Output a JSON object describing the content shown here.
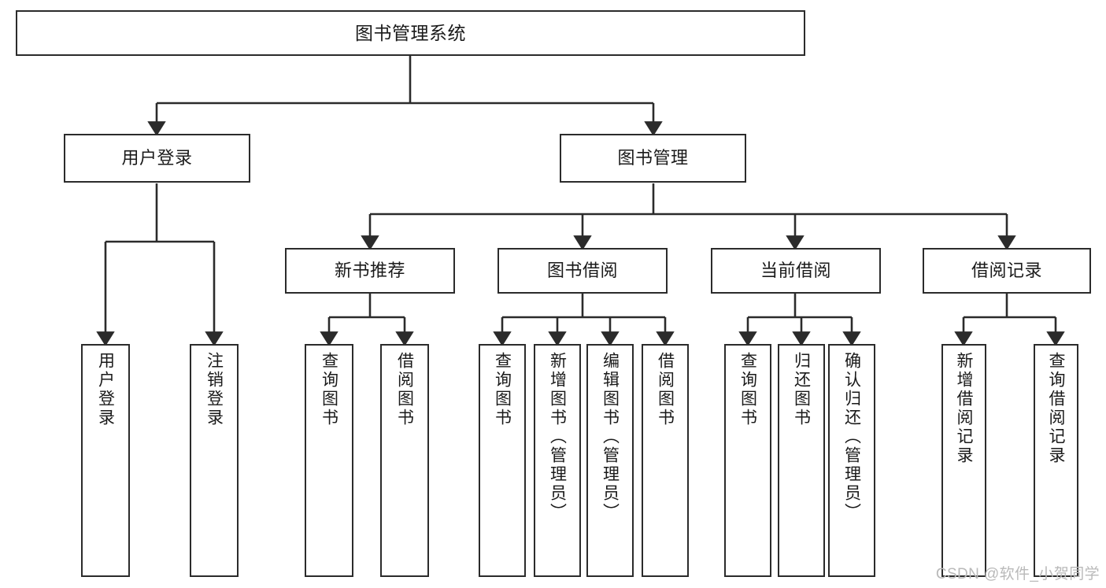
{
  "diagram": {
    "title": "图书管理系统",
    "type": "tree",
    "watermark": "CSDN @软件_小贺同学",
    "colors": {
      "box_border": "#2b2b2b",
      "box_fill": "#ffffff",
      "edge": "#2b2b2b",
      "text": "#1a1a1a",
      "watermark": "#b9b9b9",
      "background": "#ffffff"
    },
    "nodes": {
      "root": {
        "label": "图书管理系统"
      },
      "level2": [
        {
          "label": "用户登录"
        },
        {
          "label": "图书管理"
        }
      ],
      "level3": [
        {
          "label": "新书推荐"
        },
        {
          "label": "图书借阅"
        },
        {
          "label": "当前借阅"
        },
        {
          "label": "借阅记录"
        }
      ],
      "leaves": {
        "user_login": [
          {
            "label": "用户登录"
          },
          {
            "label": "注销登录"
          }
        ],
        "new_book_recommend": [
          {
            "label": "查询图书"
          },
          {
            "label": "借阅图书"
          }
        ],
        "book_borrow": [
          {
            "label": "查询图书"
          },
          {
            "label": "新增图书（管理员）"
          },
          {
            "label": "编辑图书（管理员）"
          },
          {
            "label": "借阅图书"
          }
        ],
        "current_borrow": [
          {
            "label": "查询图书"
          },
          {
            "label": "归还图书"
          },
          {
            "label": "确认归还（管理员）"
          }
        ],
        "borrow_record": [
          {
            "label": "新增借阅记录"
          },
          {
            "label": "查询借阅记录"
          }
        ]
      }
    }
  }
}
